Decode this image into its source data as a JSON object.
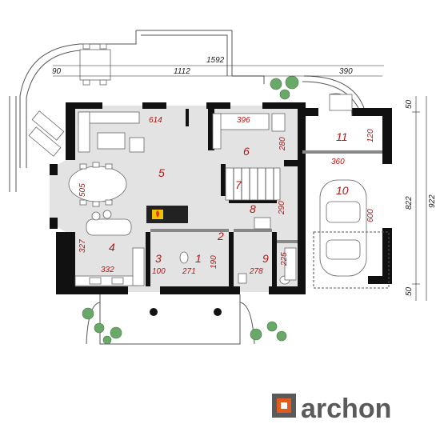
{
  "dimensions": {
    "total_width": "1592",
    "left_part": "90",
    "middle_part": "1112",
    "right_part": "390",
    "height_total": "922",
    "height_main": "822",
    "height_top": "50",
    "height_bottom": "50"
  },
  "rooms": [
    "1",
    "2",
    "3",
    "4",
    "5",
    "6",
    "7",
    "8",
    "9",
    "10",
    "11"
  ],
  "room_dims": {
    "living_width": "614",
    "room6_width": "396",
    "room6_height": "280",
    "dining_height": "505",
    "kitchen_height": "327",
    "kitchen_width": "332",
    "room3_width": "100",
    "room1_width": "271",
    "room2_height": "190",
    "room9_width": "278",
    "room9_height": "225",
    "room8_height": "290",
    "garage_width": "360",
    "garage_height": "600",
    "room11_height": "120"
  },
  "logo": {
    "text": "archon"
  },
  "colors": {
    "floor": "#e3e3e3",
    "wall": "#111111",
    "dimension": "#b01616",
    "logo": "#5a5a5a",
    "logo_accent": "#e25a1c"
  }
}
